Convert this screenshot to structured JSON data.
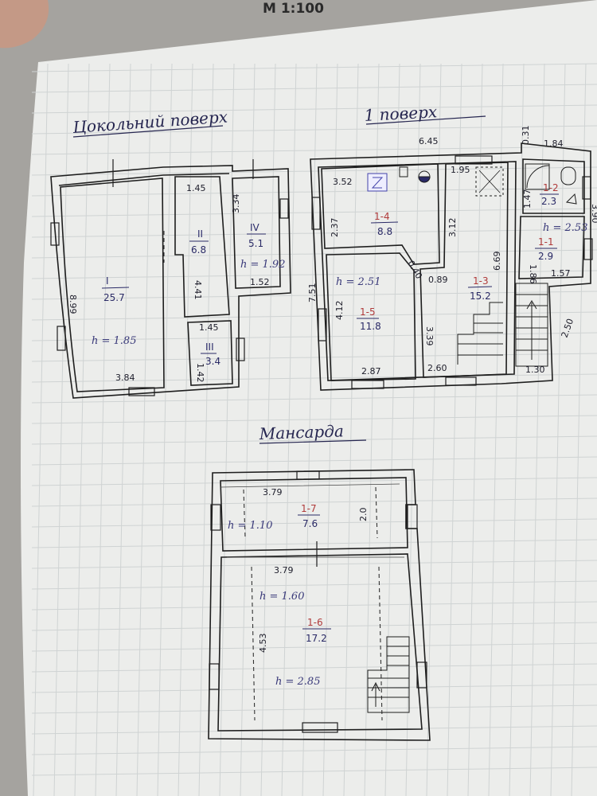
{
  "scale_header": "М 1:100",
  "plans": {
    "basement": {
      "title": "Цокольний поверх",
      "rooms": [
        {
          "id": "I",
          "area": "25.7"
        },
        {
          "id": "II",
          "area": "6.8"
        },
        {
          "id": "III",
          "area": "3.4"
        },
        {
          "id": "IV",
          "area": "5.1"
        }
      ],
      "heights": [
        "h = 1.85",
        "h = 1.92"
      ],
      "dimensions": [
        "8.99",
        "3.84",
        "1.45",
        "1.45",
        "4.41",
        "1.42",
        "3.34",
        "1.52"
      ]
    },
    "first_floor": {
      "title": "1 поверх",
      "rooms": [
        {
          "id": "1-4",
          "area": "8.8"
        },
        {
          "id": "1-3",
          "area": "15.2"
        },
        {
          "id": "1-5",
          "area": "11.8"
        },
        {
          "id": "1-2",
          "area": "2.3"
        },
        {
          "id": "1-1",
          "area": "2.9"
        }
      ],
      "heights": [
        "h = 2.51",
        "h = 2.53"
      ],
      "dimensions": [
        "6.45",
        "0.31",
        "1.84",
        "3.52",
        "1.95",
        "2.37",
        "3.12",
        "6.69",
        "7.51",
        "0.89",
        "4.12",
        "3.39",
        "2.87",
        "2.60",
        "1.47",
        "1.86",
        "1.57",
        "2.50",
        "1.30",
        "3.90",
        "0.40"
      ]
    },
    "attic": {
      "title": "Мансарда",
      "rooms": [
        {
          "id": "1-7",
          "area": "7.6"
        },
        {
          "id": "1-6",
          "area": "17.2"
        }
      ],
      "heights": [
        "h = 1.10",
        "h = 1.60",
        "h = 2.85"
      ],
      "dimensions": [
        "3.79",
        "3.79",
        "2.0",
        "4.53"
      ]
    }
  }
}
